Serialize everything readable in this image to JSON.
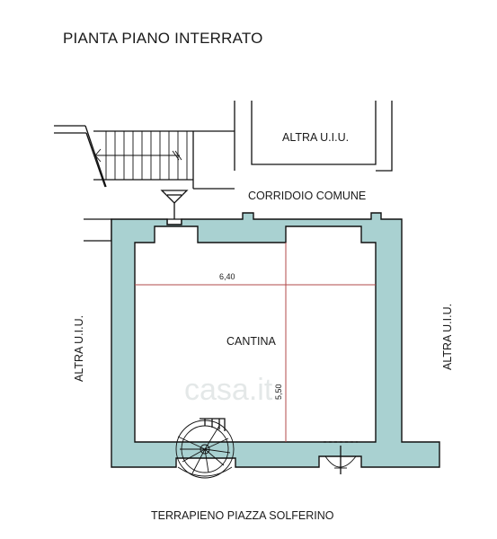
{
  "title": "PIANTA PIANO INTERRATO",
  "labels": {
    "altra_top": "ALTRA U.I.U.",
    "corridoio": "CORRIDOIO COMUNE",
    "altra_left": "ALTRA U.I.U.",
    "altra_right": "ALTRA U.I.U.",
    "room": "CANTINA",
    "bottom": "TERRAPIENO PIAZZA SOLFERINO"
  },
  "dimensions": {
    "width": "6,40",
    "height": "5,50"
  },
  "watermark": "casa.it",
  "colors": {
    "wall_fill": "#a9d1d1",
    "line": "#111111",
    "dimension_line": "#b04a4a"
  }
}
